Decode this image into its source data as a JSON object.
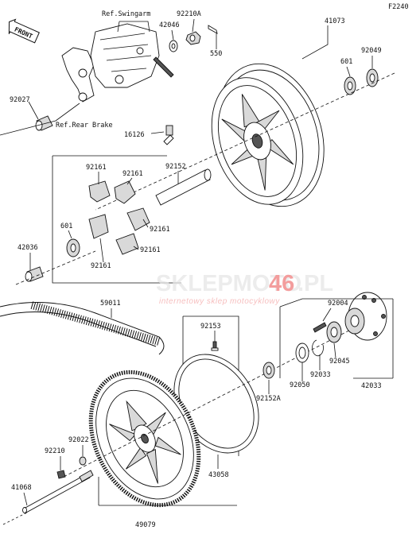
{
  "diagram_code": "F2240",
  "front_label": "FRONT",
  "refs": {
    "swingarm": "Ref.Swingarm",
    "rear_brake": "Ref.Rear Brake"
  },
  "watermark": {
    "part1": "SKLEPMOTO",
    "part2": "46",
    "part3": ".PL",
    "tagline": "internetowy sklep motocyklowy"
  },
  "parts": {
    "p92210A": "92210A",
    "p42046": "42046",
    "p550": "550",
    "p41073": "41073",
    "p601a": "601",
    "p92049": "92049",
    "p92027": "92027",
    "p16126": "16126",
    "p92161a": "92161",
    "p92161b": "92161",
    "p92152": "92152",
    "p601b": "601",
    "p42036": "42036",
    "p92161c": "92161",
    "p92161d": "92161",
    "p92161e": "92161",
    "p59011": "59011",
    "p92004": "92004",
    "p92153": "92153",
    "p92045": "92045",
    "p92033": "92033",
    "p92050": "92050",
    "p42033": "42033",
    "p92152A": "92152A",
    "p92022": "92022",
    "p92210": "92210",
    "p41068": "41068",
    "p43058": "43058",
    "p49079": "49079"
  }
}
